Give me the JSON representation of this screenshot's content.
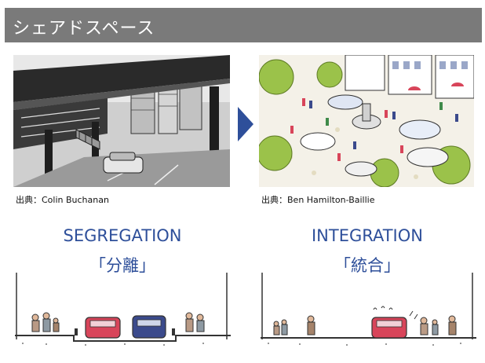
{
  "title": "シェアドスペース",
  "left": {
    "credit": "出典：Colin Buchanan",
    "heading_en": "SEGREGATION",
    "heading_jp": "「分離」"
  },
  "right": {
    "credit": "出典：Ben Hamilton-Baillie",
    "heading_en": "INTEGRATION",
    "heading_jp": "「統合」"
  },
  "colors": {
    "title_bar": "#7a7a7a",
    "heading": "#2e4f9a",
    "arrow": "#2e4f9a",
    "car_red": "#d8455a",
    "car_blue": "#3b4a8c",
    "tree_green": "#9bc24a"
  },
  "icons": {
    "arrow": "right-triangle-arrow-icon"
  }
}
